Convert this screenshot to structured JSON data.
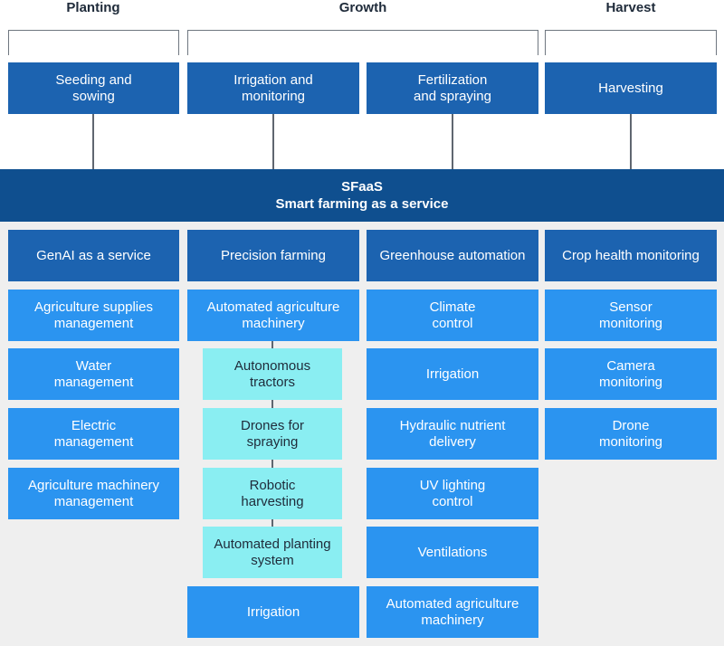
{
  "phases": {
    "planting": "Planting",
    "growth": "Growth",
    "harvest": "Harvest"
  },
  "stages": [
    "Seeding and\nsowing",
    "Irrigation and\nmonitoring",
    "Fertilization\nand spraying",
    "Harvesting"
  ],
  "banner": {
    "title": "SFaaS",
    "subtitle": "Smart farming as a service"
  },
  "columns": [
    {
      "header": "GenAI as a service",
      "items": [
        "Agriculture supplies\nmanagement",
        "Water\nmanagement",
        "Electric\nmanagement",
        "Agriculture machinery\nmanagement"
      ]
    },
    {
      "header": "Precision farming",
      "items": [
        "Automated agriculture\nmachinery",
        "Irrigation"
      ],
      "subitems": [
        "Autonomous\ntractors",
        "Drones for\nspraying",
        "Robotic\nharvesting",
        "Automated planting\nsystem"
      ]
    },
    {
      "header": "Greenhouse automation",
      "items": [
        "Climate\ncontrol",
        "Irrigation",
        "Hydraulic nutrient\ndelivery",
        "UV lighting\ncontrol",
        "Ventilations",
        "Automated agriculture\nmachinery"
      ]
    },
    {
      "header": "Crop health monitoring",
      "items": [
        "Sensor\nmonitoring",
        "Camera\nmonitoring",
        "Drone\nmonitoring"
      ]
    }
  ],
  "colors": {
    "dark": "#0f4f8f",
    "header": "#1c63b0",
    "item": "#2b94f0",
    "subitem": "#8aeef2",
    "panel": "#efefef"
  }
}
